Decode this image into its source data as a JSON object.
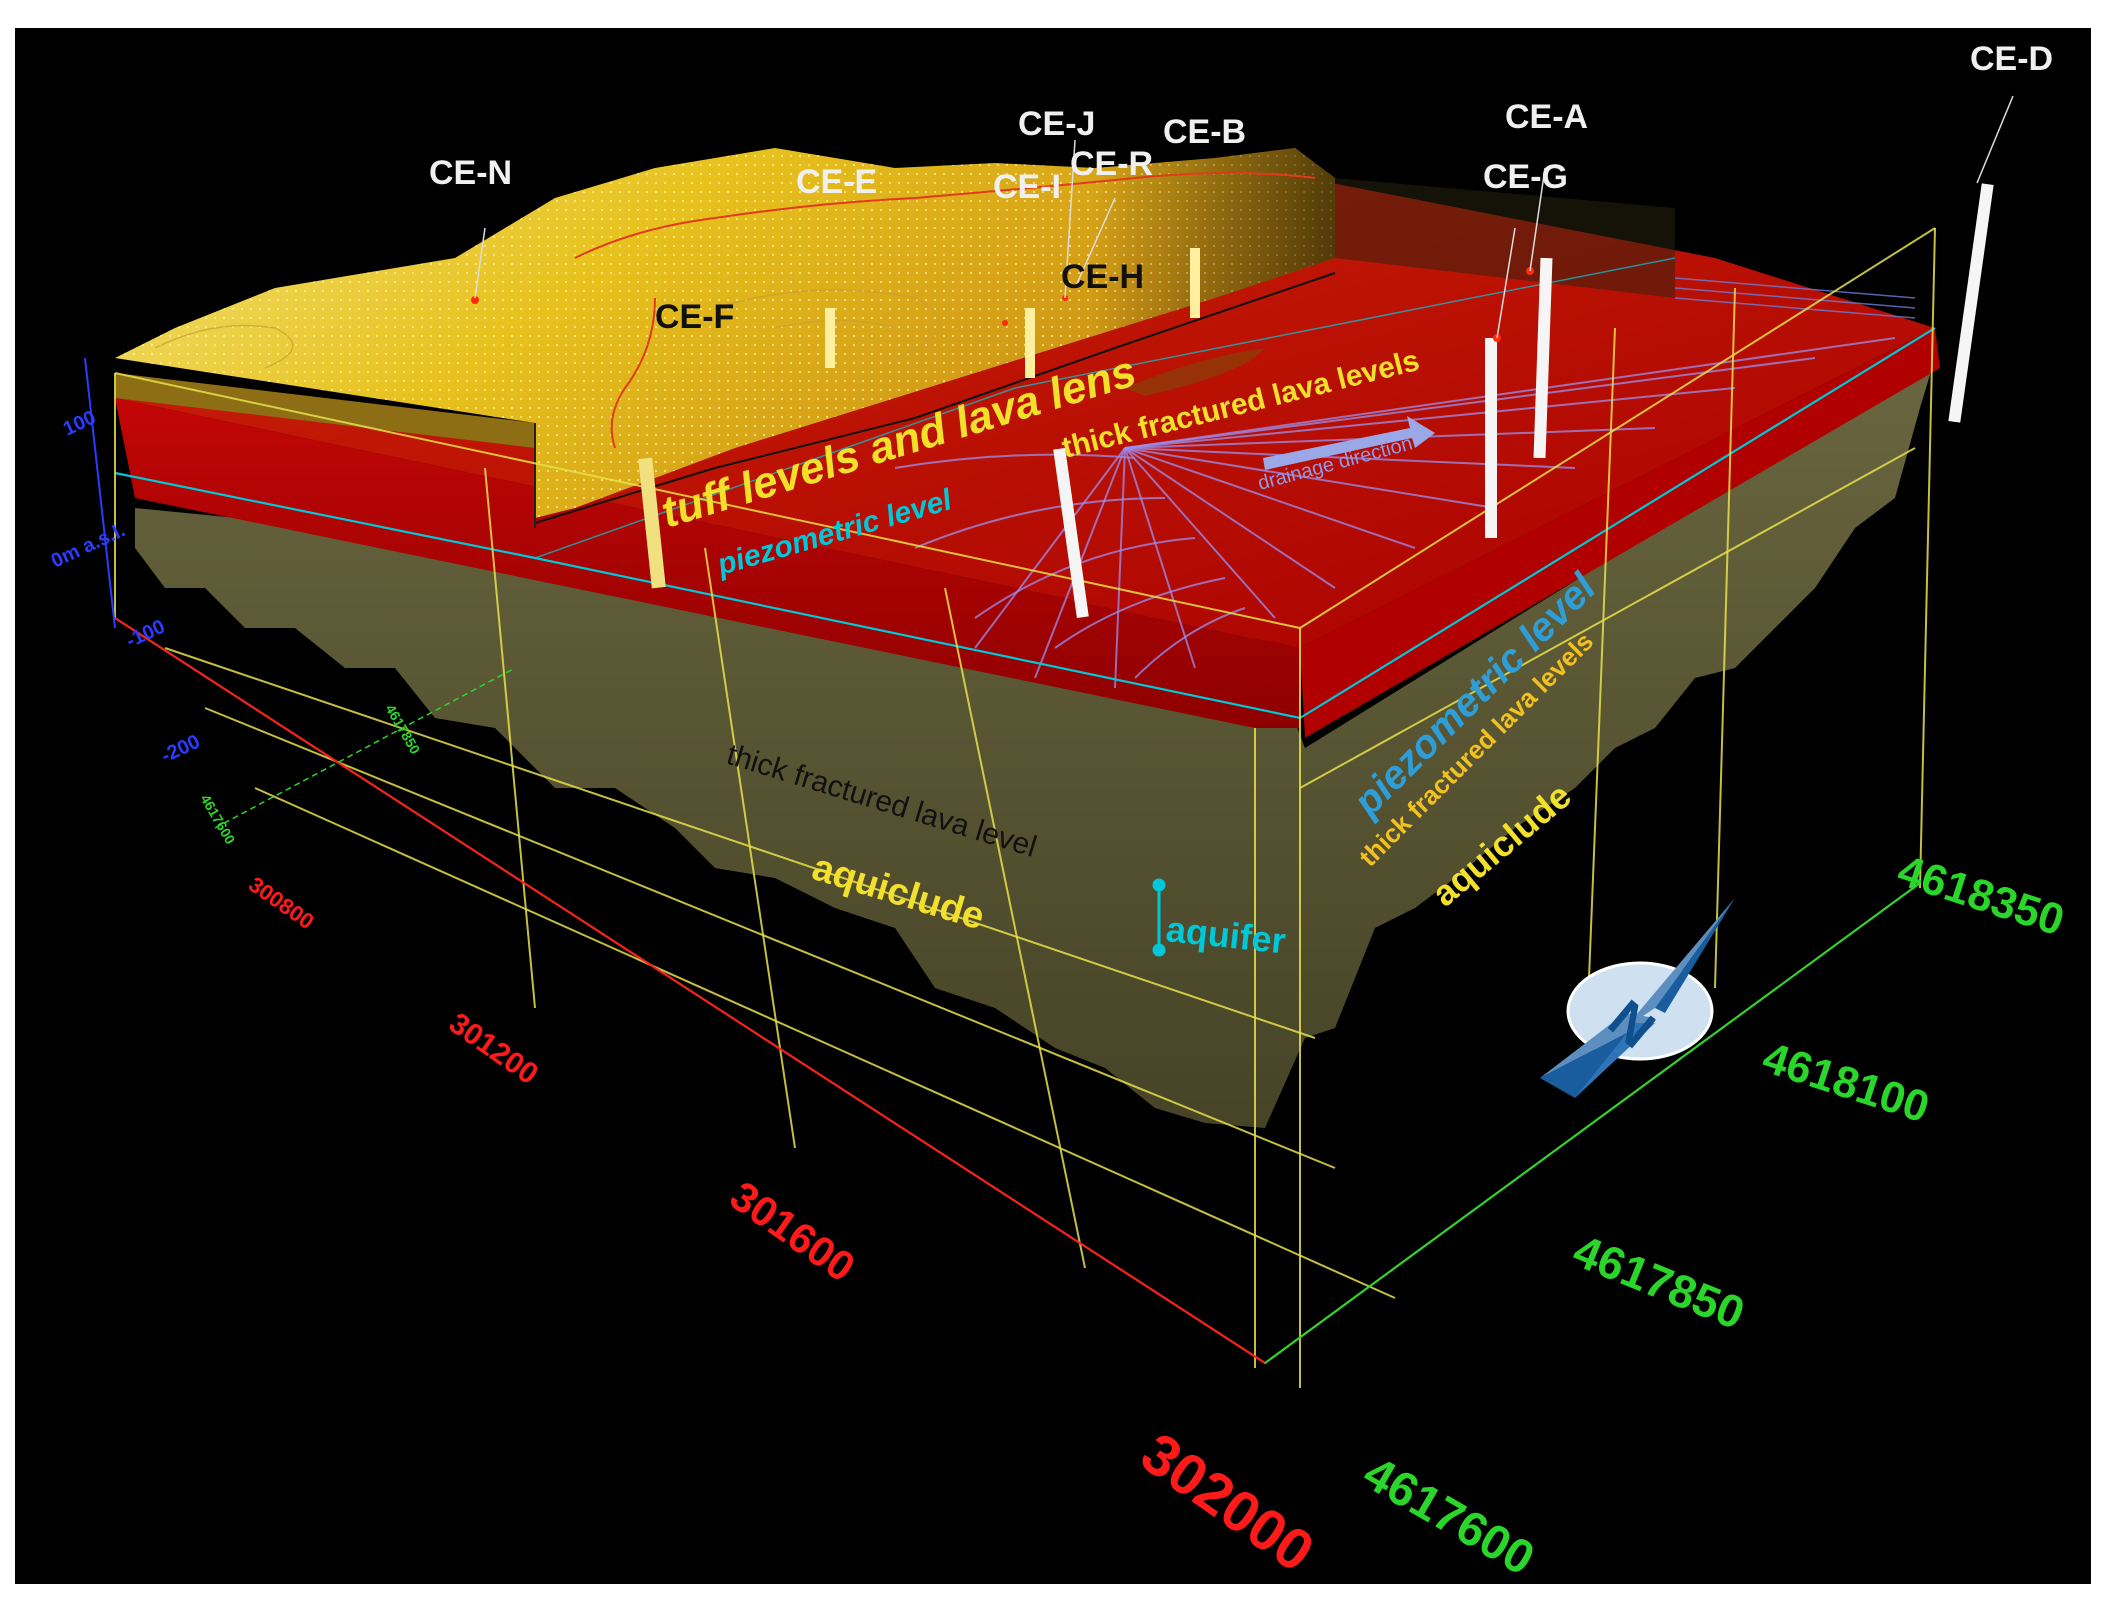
{
  "wells": [
    {
      "id": "ce-n",
      "label": "CE-N"
    },
    {
      "id": "ce-e",
      "label": "CE-E"
    },
    {
      "id": "ce-j",
      "label": "CE-J"
    },
    {
      "id": "ce-i",
      "label": "CE-I"
    },
    {
      "id": "ce-r",
      "label": "CE-R"
    },
    {
      "id": "ce-b",
      "label": "CE-B"
    },
    {
      "id": "ce-h",
      "label": "CE-H"
    },
    {
      "id": "ce-f",
      "label": "CE-F"
    },
    {
      "id": "ce-a",
      "label": "CE-A"
    },
    {
      "id": "ce-g",
      "label": "CE-G"
    },
    {
      "id": "ce-d",
      "label": "CE-D"
    }
  ],
  "layers": {
    "tuff": "tuff levels and lava lens",
    "fractured_top": "thick fractured lava levels",
    "piezometric_top": "piezometric level",
    "drainage": "drainage direction",
    "piezometric_right": "piezometric level",
    "fractured_right": "thick fractured lava levels",
    "fractured_front": "thick fractured lava level",
    "aquiclude_front": "aquiclude",
    "aquiclude_right": "aquiclude",
    "aquifer": "aquifer"
  },
  "elevation_axis": [
    "100",
    "0m a.s.l.",
    "-100",
    "-200"
  ],
  "easting_axis": [
    "300800",
    "301200",
    "301600",
    "302000"
  ],
  "northing_axis": [
    "4618350",
    "4618100",
    "4617850",
    "4617600"
  ],
  "small_northing_labels": [
    "4617850",
    "4617600"
  ],
  "compass": {
    "letter": "N"
  },
  "colors": {
    "background": "#000000",
    "tuff_layer": "#e8c020",
    "lava_layer": "#b50000",
    "aquiclude": "#6b6740",
    "grid": "#e6e04a",
    "easting_ticks": "#ff1a1a",
    "northing_ticks": "#2bd62b",
    "piezometric": "#00c8d8"
  }
}
